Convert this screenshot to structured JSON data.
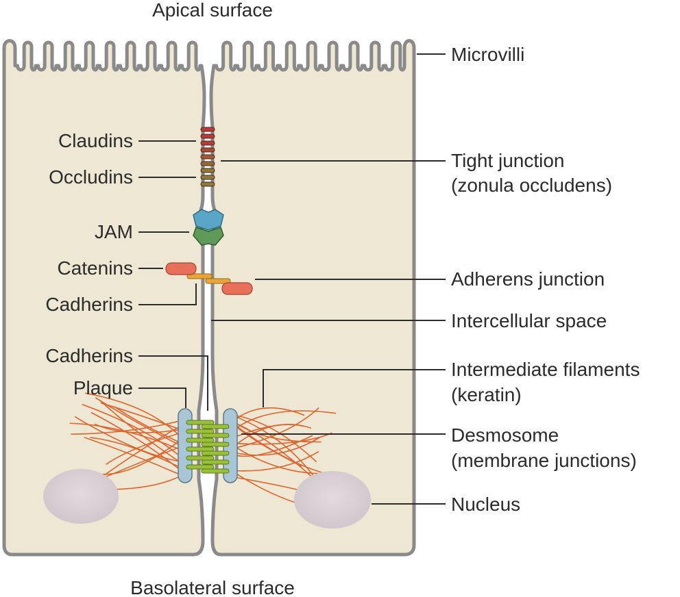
{
  "titles": {
    "top": "Apical surface",
    "bottom": "Basolateral surface"
  },
  "left_labels": {
    "claudins": "Claudins",
    "occludins": "Occludins",
    "jam": "JAM",
    "catenins": "Catenins",
    "cadherins_adherens": "Cadherins",
    "cadherins_desmosome": "Cadherins",
    "plaque": "Plaque"
  },
  "right_labels": {
    "microvilli": "Microvilli",
    "tight_junction": [
      "Tight junction",
      "(zonula occludens)"
    ],
    "adherens_junction": "Adherens junction",
    "intercellular_space": "Intercellular space",
    "intermediate_filaments": [
      "Intermediate filaments",
      "(keratin)"
    ],
    "desmosome": [
      "Desmosome",
      "(membrane junctions)"
    ],
    "nucleus": "Nucleus"
  },
  "colors": {
    "cytoplasm": "#ede7d3",
    "membrane": "#8a8a8a",
    "claudin": "#b83a3a",
    "occludin": "#8f7a3a",
    "jam_top": "#5aa6c8",
    "jam_bottom": "#5f9a5a",
    "catenin": "#e8705a",
    "cadherin": "#e8a63a",
    "plaque": "#a9c6d6",
    "desmosome_cadherin": "#9ac03a",
    "keratin": "#e0622a",
    "nucleus": "#d8cfd5"
  }
}
